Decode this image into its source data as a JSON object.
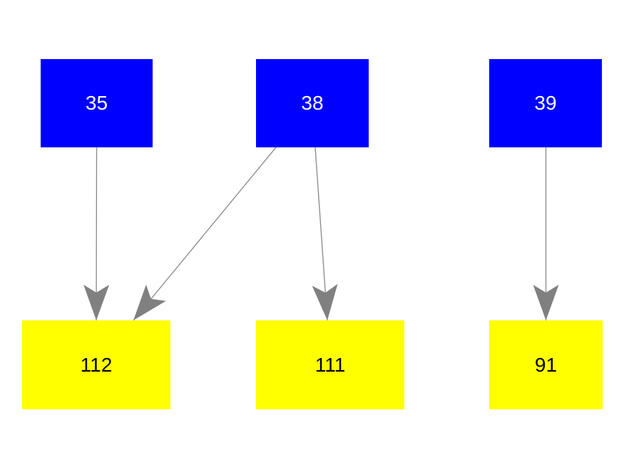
{
  "canvas": {
    "background_color": "#ffffff"
  },
  "diagram": {
    "type": "directed-graph",
    "node_fill_top": "#0000ff",
    "node_fill_bottom": "#ffff00",
    "node_text_color_top": "#ffffff",
    "node_text_color_bottom": "#000000",
    "edge_color": "#808080",
    "nodes": [
      {
        "id": "35",
        "label": "35",
        "shape": "box",
        "fill": "#0000ff",
        "text_color": "#ffffff",
        "row": "top"
      },
      {
        "id": "38",
        "label": "38",
        "shape": "box",
        "fill": "#0000ff",
        "text_color": "#ffffff",
        "row": "top"
      },
      {
        "id": "39",
        "label": "39",
        "shape": "box",
        "fill": "#0000ff",
        "text_color": "#ffffff",
        "row": "top"
      },
      {
        "id": "112",
        "label": "112",
        "shape": "box",
        "fill": "#ffff00",
        "text_color": "#000000",
        "row": "bottom"
      },
      {
        "id": "111",
        "label": "111",
        "shape": "box",
        "fill": "#ffff00",
        "text_color": "#000000",
        "row": "bottom"
      },
      {
        "id": "91",
        "label": "91",
        "shape": "box",
        "fill": "#ffff00",
        "text_color": "#000000",
        "row": "bottom"
      }
    ],
    "edges": [
      {
        "from": "35",
        "to": "112",
        "arrow": "to"
      },
      {
        "from": "38",
        "to": "112",
        "arrow": "to"
      },
      {
        "from": "38",
        "to": "111",
        "arrow": "to"
      },
      {
        "from": "39",
        "to": "91",
        "arrow": "to"
      }
    ]
  }
}
